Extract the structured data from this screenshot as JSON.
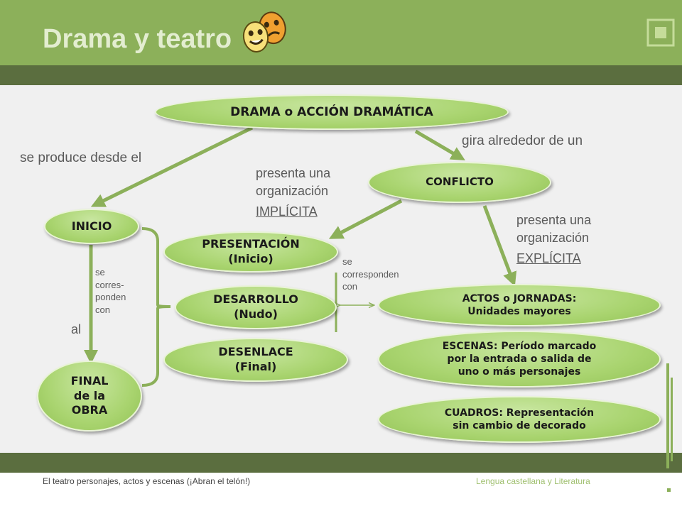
{
  "title": "Drama y teatro",
  "icons": {
    "masks": "theater-masks-icon",
    "menu": "square-menu-icon"
  },
  "colors": {
    "accent": "#8cb05a",
    "dark_band": "#5b6e3f",
    "node_fill": "#a9d46f",
    "arrow": "#8cb05a"
  },
  "nodes": {
    "drama": "DRAMA o ACCIÓN DRAMÁTICA",
    "conflicto": "CONFLICTO",
    "inicio": "INICIO",
    "final": "FINAL\nde la\nOBRA",
    "presentacion": "PRESENTACIÓN\n(Inicio)",
    "desarrollo": "DESARROLLO\n(Nudo)",
    "desenlace": "DESENLACE\n(Final)",
    "actos": "ACTOS o JORNADAS:\nUnidades mayores",
    "escenas": "ESCENAS: Período marcado\npor la entrada o salida de\nuno o más personajes",
    "cuadros": "CUADROS: Representación\nsin cambio de decorado"
  },
  "labels": {
    "se_produce": "se produce desde el",
    "gira": "gira alrededor de un",
    "presenta_implicita_1": "presenta una\norganización",
    "implicita": "IMPLÍCITA",
    "presenta_explicita_1": "presenta una\norganización",
    "explicita": "EXPLÍCITA",
    "se_corresponden_left": "se\ncorres-\nponden\ncon",
    "al": "al",
    "se_corresponden_mid": "se\ncorresponden\ncon"
  },
  "footer": {
    "left": "El teatro personajes, actos y escenas (¡Abran el telón!)",
    "right": "Lengua castellana y Literatura"
  }
}
